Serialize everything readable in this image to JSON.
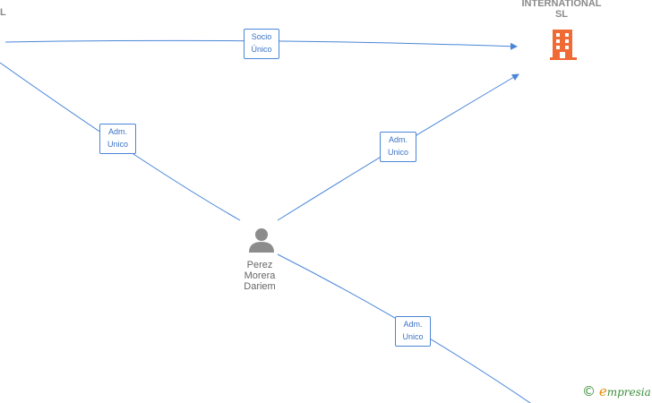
{
  "nodes": {
    "left_partial": {
      "text": "L"
    },
    "company": {
      "line1": "INTERNATIONAL",
      "line2": "SL",
      "icon": "building-icon"
    },
    "person": {
      "line1": "Perez",
      "line2": "Morera",
      "line3": "Dariem",
      "icon": "person-icon"
    }
  },
  "edges": {
    "socio_unico": {
      "line1": "Socio",
      "line2": "Único"
    },
    "adm_left": {
      "line1": "Adm.",
      "line2": "Unico"
    },
    "adm_company": {
      "line1": "Adm.",
      "line2": "Unico"
    },
    "adm_bottom": {
      "line1": "Adm.",
      "line2": "Unico"
    }
  },
  "watermark": {
    "symbol": "©",
    "e_letter": "e",
    "rest": "mpresia"
  },
  "colors": {
    "edge": "#4a86d8",
    "company_icon": "#f06a35",
    "person_icon": "#8c8c8c"
  }
}
